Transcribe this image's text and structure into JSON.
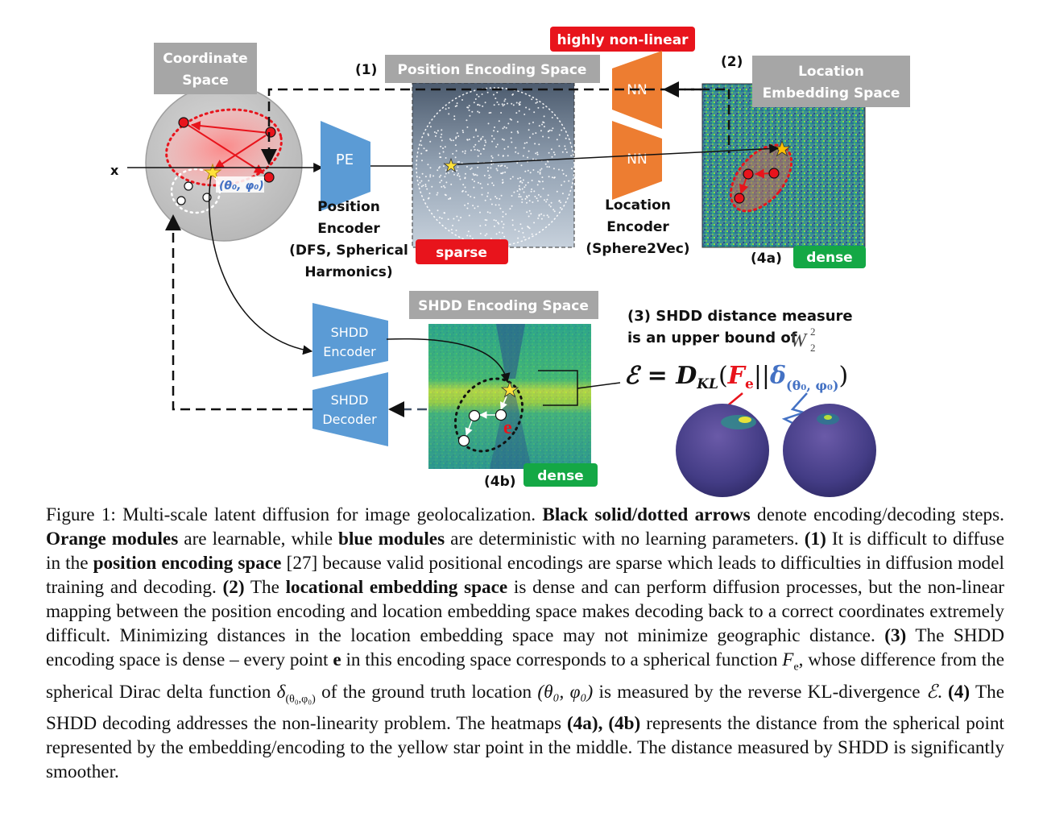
{
  "figure": {
    "coordinate_space": {
      "line1": "Coordinate",
      "line2": "Space"
    },
    "point_label": "(θ₀, φ₀)",
    "input_x": "x",
    "pe_module": "PE",
    "position_encoder": {
      "line1": "Position",
      "line2": "Encoder",
      "line3": "(DFS, Spherical",
      "line4": "Harmonics)"
    },
    "marker_1": "(1)",
    "position_space_title": "Position Encoding Space",
    "sparse_tag": "sparse",
    "highly_nonlinear_tag": "highly non-linear",
    "nn_top": "NN",
    "nn_bottom": "NN",
    "location_encoder": {
      "line1": "Location",
      "line2": "Encoder",
      "line3": "(Sphere2Vec)"
    },
    "marker_2": "(2)",
    "location_space_title": {
      "line1": "Location",
      "line2": "Embedding Space"
    },
    "marker_4a": "(4a)",
    "dense_tag_a": "dense",
    "shdd_space_title": "SHDD Encoding Space",
    "shdd_encoder": {
      "line1": "SHDD",
      "line2": "Encoder"
    },
    "shdd_decoder": {
      "line1": "SHDD",
      "line2": "Decoder"
    },
    "e_label": "e",
    "marker_4b": "(4b)",
    "dense_tag_b": "dense",
    "measure_note": {
      "line1": "(3) SHDD distance measure",
      "line2": "is an upper bound of"
    },
    "w2_symbol": "W",
    "w2_sup": "2",
    "w2_sub": "2",
    "formula": {
      "lhs": "ℰ = ",
      "dkl": "D",
      "dkl_sub": "KL",
      "open": "(",
      "f": "F",
      "f_sub": "e",
      "sep": "||",
      "delta": "δ",
      "delta_sub": "(θ₀, φ₀)",
      "close": ")"
    }
  },
  "colors": {
    "blue_module": "#5b9bd5",
    "orange_module": "#ed7d31",
    "red_tag": "#e8141c",
    "green_tag": "#14a845",
    "gray_title": "#a6a6a6"
  },
  "caption": {
    "s1": "Figure 1: Multi-scale latent diffusion for image geolocalization. ",
    "b1": "Black solid/dotted arrows",
    "s2": " denote encoding/decoding steps. ",
    "b2": "Orange modules",
    "s3": " are learnable, while ",
    "b3": "blue modules",
    "s4": " are deterministic with no learning parameters. ",
    "b4": "(1)",
    "s5": " It is difficult to diffuse in the ",
    "b5": "position encoding space",
    "s6": " [27] because valid positional encodings are sparse which leads to difficulties in diffusion model training and decoding. ",
    "b6": "(2)",
    "s7": " The ",
    "b7": "locational embedding space",
    "s8": " is dense and can perform diffusion processes, but the non-linear mapping between the position encoding and location embedding space makes decoding back to a correct coordinates extremely difficult. Minimizing distances in the location embedding space may not minimize geographic distance. ",
    "b8": "(3)",
    "s9": " The SHDD encoding space is dense – every point ",
    "b9": "e",
    "s10": " in this encoding space corresponds to a spherical function ",
    "m1": "F",
    "m1_sub": "e",
    "s11": ", whose difference from the spherical Dirac delta function ",
    "m2": "δ",
    "m2_sub": "(θ₀,φ₀)",
    "s12": " of the ground truth location ",
    "m3": "(θ₀, φ₀)",
    "s13": " is measured by the reverse KL-divergence ",
    "m4": "ℰ",
    "s14": ". ",
    "b10": "(4)",
    "s15": " The SHDD decoding addresses the non-linearity problem. The heatmaps ",
    "b11": "(4a), (4b)",
    "s16": " represents the distance from the spherical point represented by the embedding/encoding to the yellow star point in the middle. The distance measured by SHDD is significantly smoother."
  }
}
